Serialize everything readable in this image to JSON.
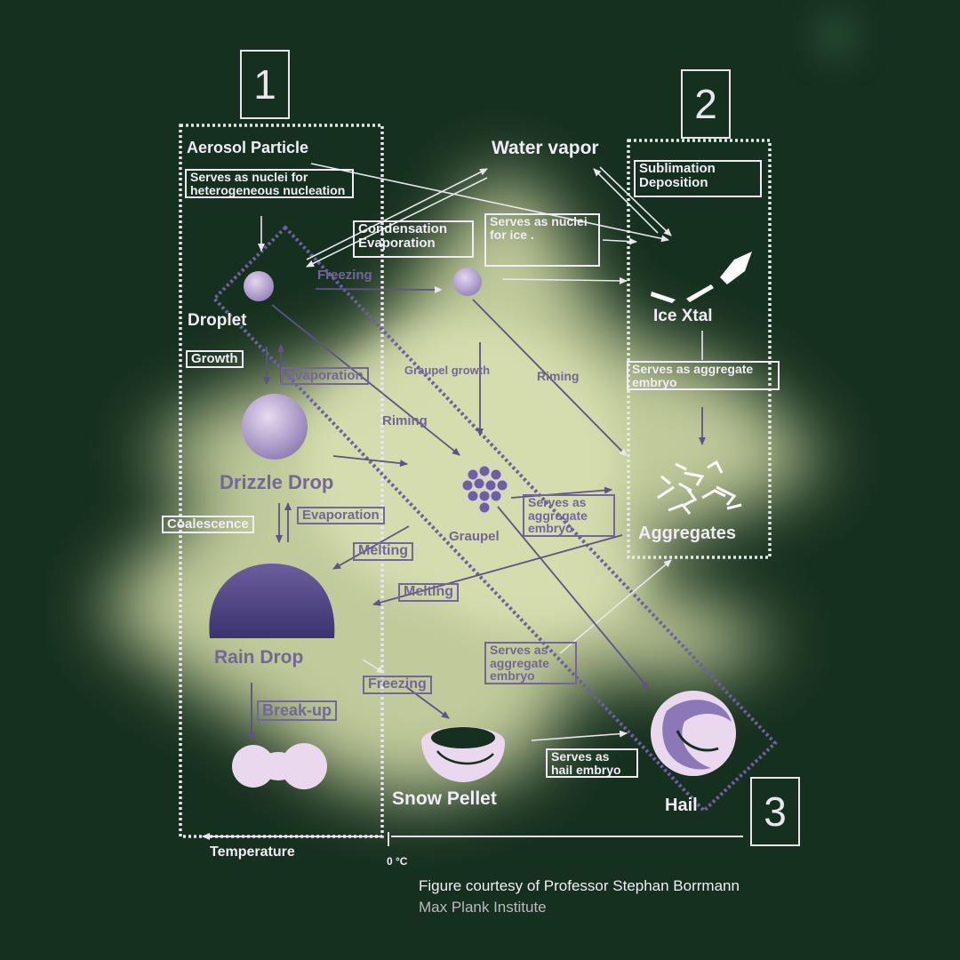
{
  "region_numbers": [
    "1",
    "2",
    "3"
  ],
  "labels": {
    "aerosol_particle": "Aerosol Particle",
    "nuclei_heterogeneous": "Serves as nuclei for heterogeneous nucleation",
    "water_vapor": "Water vapor",
    "sublimation": "Sublimation",
    "deposition": "Deposition",
    "condensation": "Condensation",
    "evaporation_top": "Evaporation",
    "nuclei_ice": "Serves as nuclei for ice .",
    "freezing_top": "Freezing",
    "droplet": "Droplet",
    "ice_xtal": "Ice Xtal",
    "growth": "Growth",
    "evaporation_mid": "Evaporation",
    "graupel_growth": "Graupel growth",
    "riming_right": "Riming",
    "aggregate_embryo_right": "Serves as aggregate embryo",
    "riming_mid": "Riming",
    "drizzle_drop": "Drizzle Drop",
    "coalescence": "Coalescence",
    "evaporation_low": "Evaporation",
    "aggregate_embryo_mid": "Serves as aggregate embryo",
    "graupel": "Graupel",
    "aggregates": "Aggregates",
    "melting_1": "Melting",
    "melting_2": "Melting",
    "rain_drop": "Rain Drop",
    "aggregate_embryo_low": "Serves as aggregate embryo",
    "freezing_low": "Freezing",
    "break_up": "Break-up",
    "hail_embryo": "Serves as hail embryo",
    "snow_pellet": "Snow Pellet",
    "hail": "Hail",
    "temperature": "Temperature",
    "zero_c": "0 °C"
  },
  "credit": {
    "line1": "Figure courtesy of Professor Stephan Borrmann",
    "line2": "Max Plank Institute"
  },
  "colors": {
    "background": "#16301f",
    "glow": "#dfe6b0",
    "text_light": "#f1ecf6",
    "text_purple": "#74669a",
    "rain_drop_fill": "#4a3f7e"
  }
}
